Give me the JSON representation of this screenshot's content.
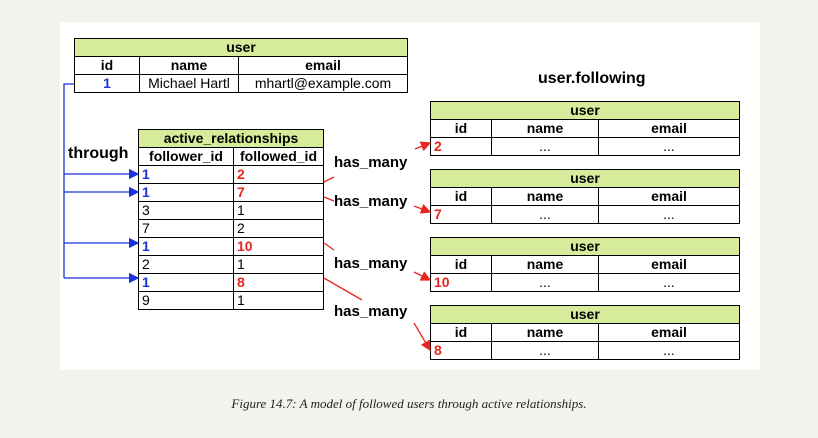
{
  "top_user": {
    "title": "user",
    "headers": [
      "id",
      "name",
      "email"
    ],
    "row": [
      "1",
      "Michael Hartl",
      "mhartl@example.com"
    ]
  },
  "through_label": "through",
  "following_label": "user.following",
  "active_relationships": {
    "title": "active_relationships",
    "headers": [
      "follower_id",
      "followed_id"
    ],
    "rows": [
      [
        "1",
        "2"
      ],
      [
        "1",
        "7"
      ],
      [
        "3",
        "1"
      ],
      [
        "7",
        "2"
      ],
      [
        "1",
        "10"
      ],
      [
        "2",
        "1"
      ],
      [
        "1",
        "8"
      ],
      [
        "9",
        "1"
      ]
    ]
  },
  "has_many_label": "has_many",
  "followed_users": [
    {
      "title": "user",
      "headers": [
        "id",
        "name",
        "email"
      ],
      "row": [
        "2",
        "...",
        "..."
      ]
    },
    {
      "title": "user",
      "headers": [
        "id",
        "name",
        "email"
      ],
      "row": [
        "7",
        "...",
        "..."
      ]
    },
    {
      "title": "user",
      "headers": [
        "id",
        "name",
        "email"
      ],
      "row": [
        "10",
        "...",
        "..."
      ]
    },
    {
      "title": "user",
      "headers": [
        "id",
        "name",
        "email"
      ],
      "row": [
        "8",
        "...",
        "..."
      ]
    }
  ],
  "caption": "Figure 14.7:  A model of followed users through active relationships.",
  "colors": {
    "header": "#d6ec9b",
    "blue": "#1a33d9",
    "red": "#e8261e"
  }
}
